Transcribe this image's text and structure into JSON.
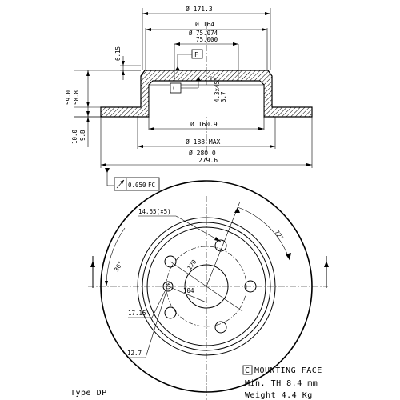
{
  "section_view": {
    "dims_horizontal": {
      "d171": "Ø 171.3",
      "d164": "Ø 164",
      "d75_upper": "Ø 75.074",
      "d75_lower": "75.000",
      "d160": "Ø 160.9",
      "d188": "Ø 188 MAX",
      "d280_upper": "Ø 280.0",
      "d280_lower": "279.6"
    },
    "dims_vertical": {
      "h615": "6.15",
      "h59_upper": "59.0",
      "h59_lower": "58.8",
      "h10_upper": "10.0",
      "h10_lower": "9.8",
      "chamfer": "4.3x45°",
      "chamfer_b": "3.7"
    },
    "datum_f": "F",
    "datum_c": "C",
    "tolerance_value": "0.050",
    "tolerance_datum": "FC"
  },
  "plan_view": {
    "pcd_hole": "14.65(×5)",
    "angle_72": "72°",
    "angle_36": "36°",
    "d120": "120",
    "d104": "104",
    "d1715": "17.15",
    "d127": "12.7"
  },
  "notes": {
    "mounting_face_marker": "C",
    "mounting_face": "MOUNTING FACE",
    "min_th": "Min. TH 8.4 mm",
    "weight": "Weight 4.4 Kg",
    "type": "Type DP"
  }
}
